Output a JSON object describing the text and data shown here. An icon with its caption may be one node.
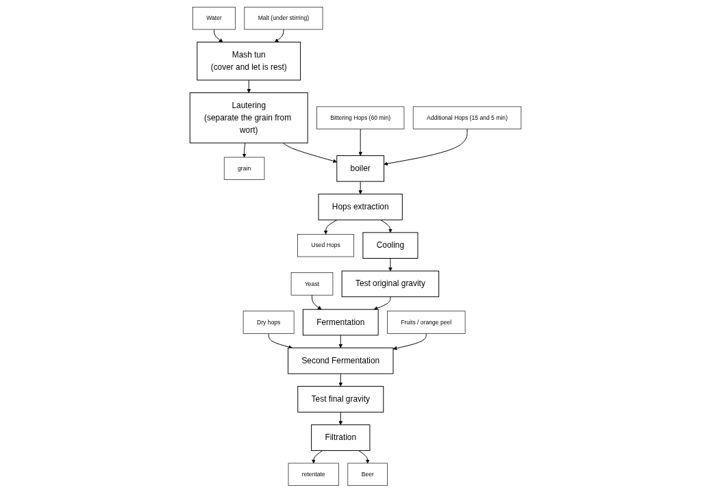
{
  "diagram": {
    "nodes": [
      {
        "text": [
          "Water"
        ]
      },
      {
        "text": [
          "Malt (under stirring)"
        ]
      },
      {
        "text": [
          "Mash tun",
          "(cover and let is rest)"
        ]
      },
      {
        "text": [
          "grain"
        ]
      },
      {
        "text": [
          "Lautering",
          "(separate the grain from wort)"
        ]
      },
      {
        "text": [
          "Bittering Hops (60 min)"
        ]
      },
      {
        "text": [
          "boiler"
        ]
      },
      {
        "text": [
          "Additional Hops (15 and 5 min)"
        ]
      },
      {
        "text": [
          "Hops extraction"
        ]
      },
      {
        "text": [
          "Used Hops"
        ]
      },
      {
        "text": [
          "Cooling"
        ]
      },
      {
        "text": [
          "Test original gravity"
        ]
      },
      {
        "text": [
          "Yeast"
        ]
      },
      {
        "text": [
          "Fermentation"
        ]
      },
      {
        "text": [
          "Dry hops"
        ]
      },
      {
        "text": [
          "Second Fermentation"
        ]
      },
      {
        "text": [
          "Fruits / orange peel"
        ]
      },
      {
        "text": [
          "Test final gravity"
        ]
      },
      {
        "text": [
          "retentate"
        ]
      },
      {
        "text": [
          "Filtration"
        ]
      },
      {
        "text": [
          "Beer"
        ]
      }
    ],
    "edges": [
      {
        "from": 0,
        "to": 2,
        "arrow": "to"
      },
      {
        "from": 1,
        "to": 2,
        "arrow": "to"
      },
      {
        "from": 2,
        "to": 4,
        "arrow": "to"
      },
      {
        "from": 4,
        "to": 3,
        "arrow": "to"
      },
      {
        "from": 4,
        "to": 6,
        "arrow": "to"
      },
      {
        "from": 5,
        "to": 6,
        "arrow": "to"
      },
      {
        "from": 7,
        "to": 6,
        "arrow": "to"
      },
      {
        "from": 6,
        "to": 8,
        "arrow": "to"
      },
      {
        "from": 8,
        "to": 9,
        "arrow": "to"
      },
      {
        "from": 8,
        "to": 10,
        "arrow": "to"
      },
      {
        "from": 10,
        "to": 11,
        "arrow": "to"
      },
      {
        "from": 12,
        "to": 13,
        "arrow": "to"
      },
      {
        "from": 11,
        "to": 13,
        "arrow": "to"
      },
      {
        "from": 14,
        "to": 15,
        "arrow": "to"
      },
      {
        "from": 13,
        "to": 15,
        "arrow": "to"
      },
      {
        "from": 16,
        "to": 15,
        "arrow": "to"
      },
      {
        "from": 15,
        "to": 17,
        "arrow": "to"
      },
      {
        "from": 17,
        "to": 19,
        "arrow": "to"
      },
      {
        "from": 19,
        "to": 18,
        "arrow": "to"
      },
      {
        "from": 19,
        "to": 20,
        "arrow": "to"
      }
    ]
  }
}
